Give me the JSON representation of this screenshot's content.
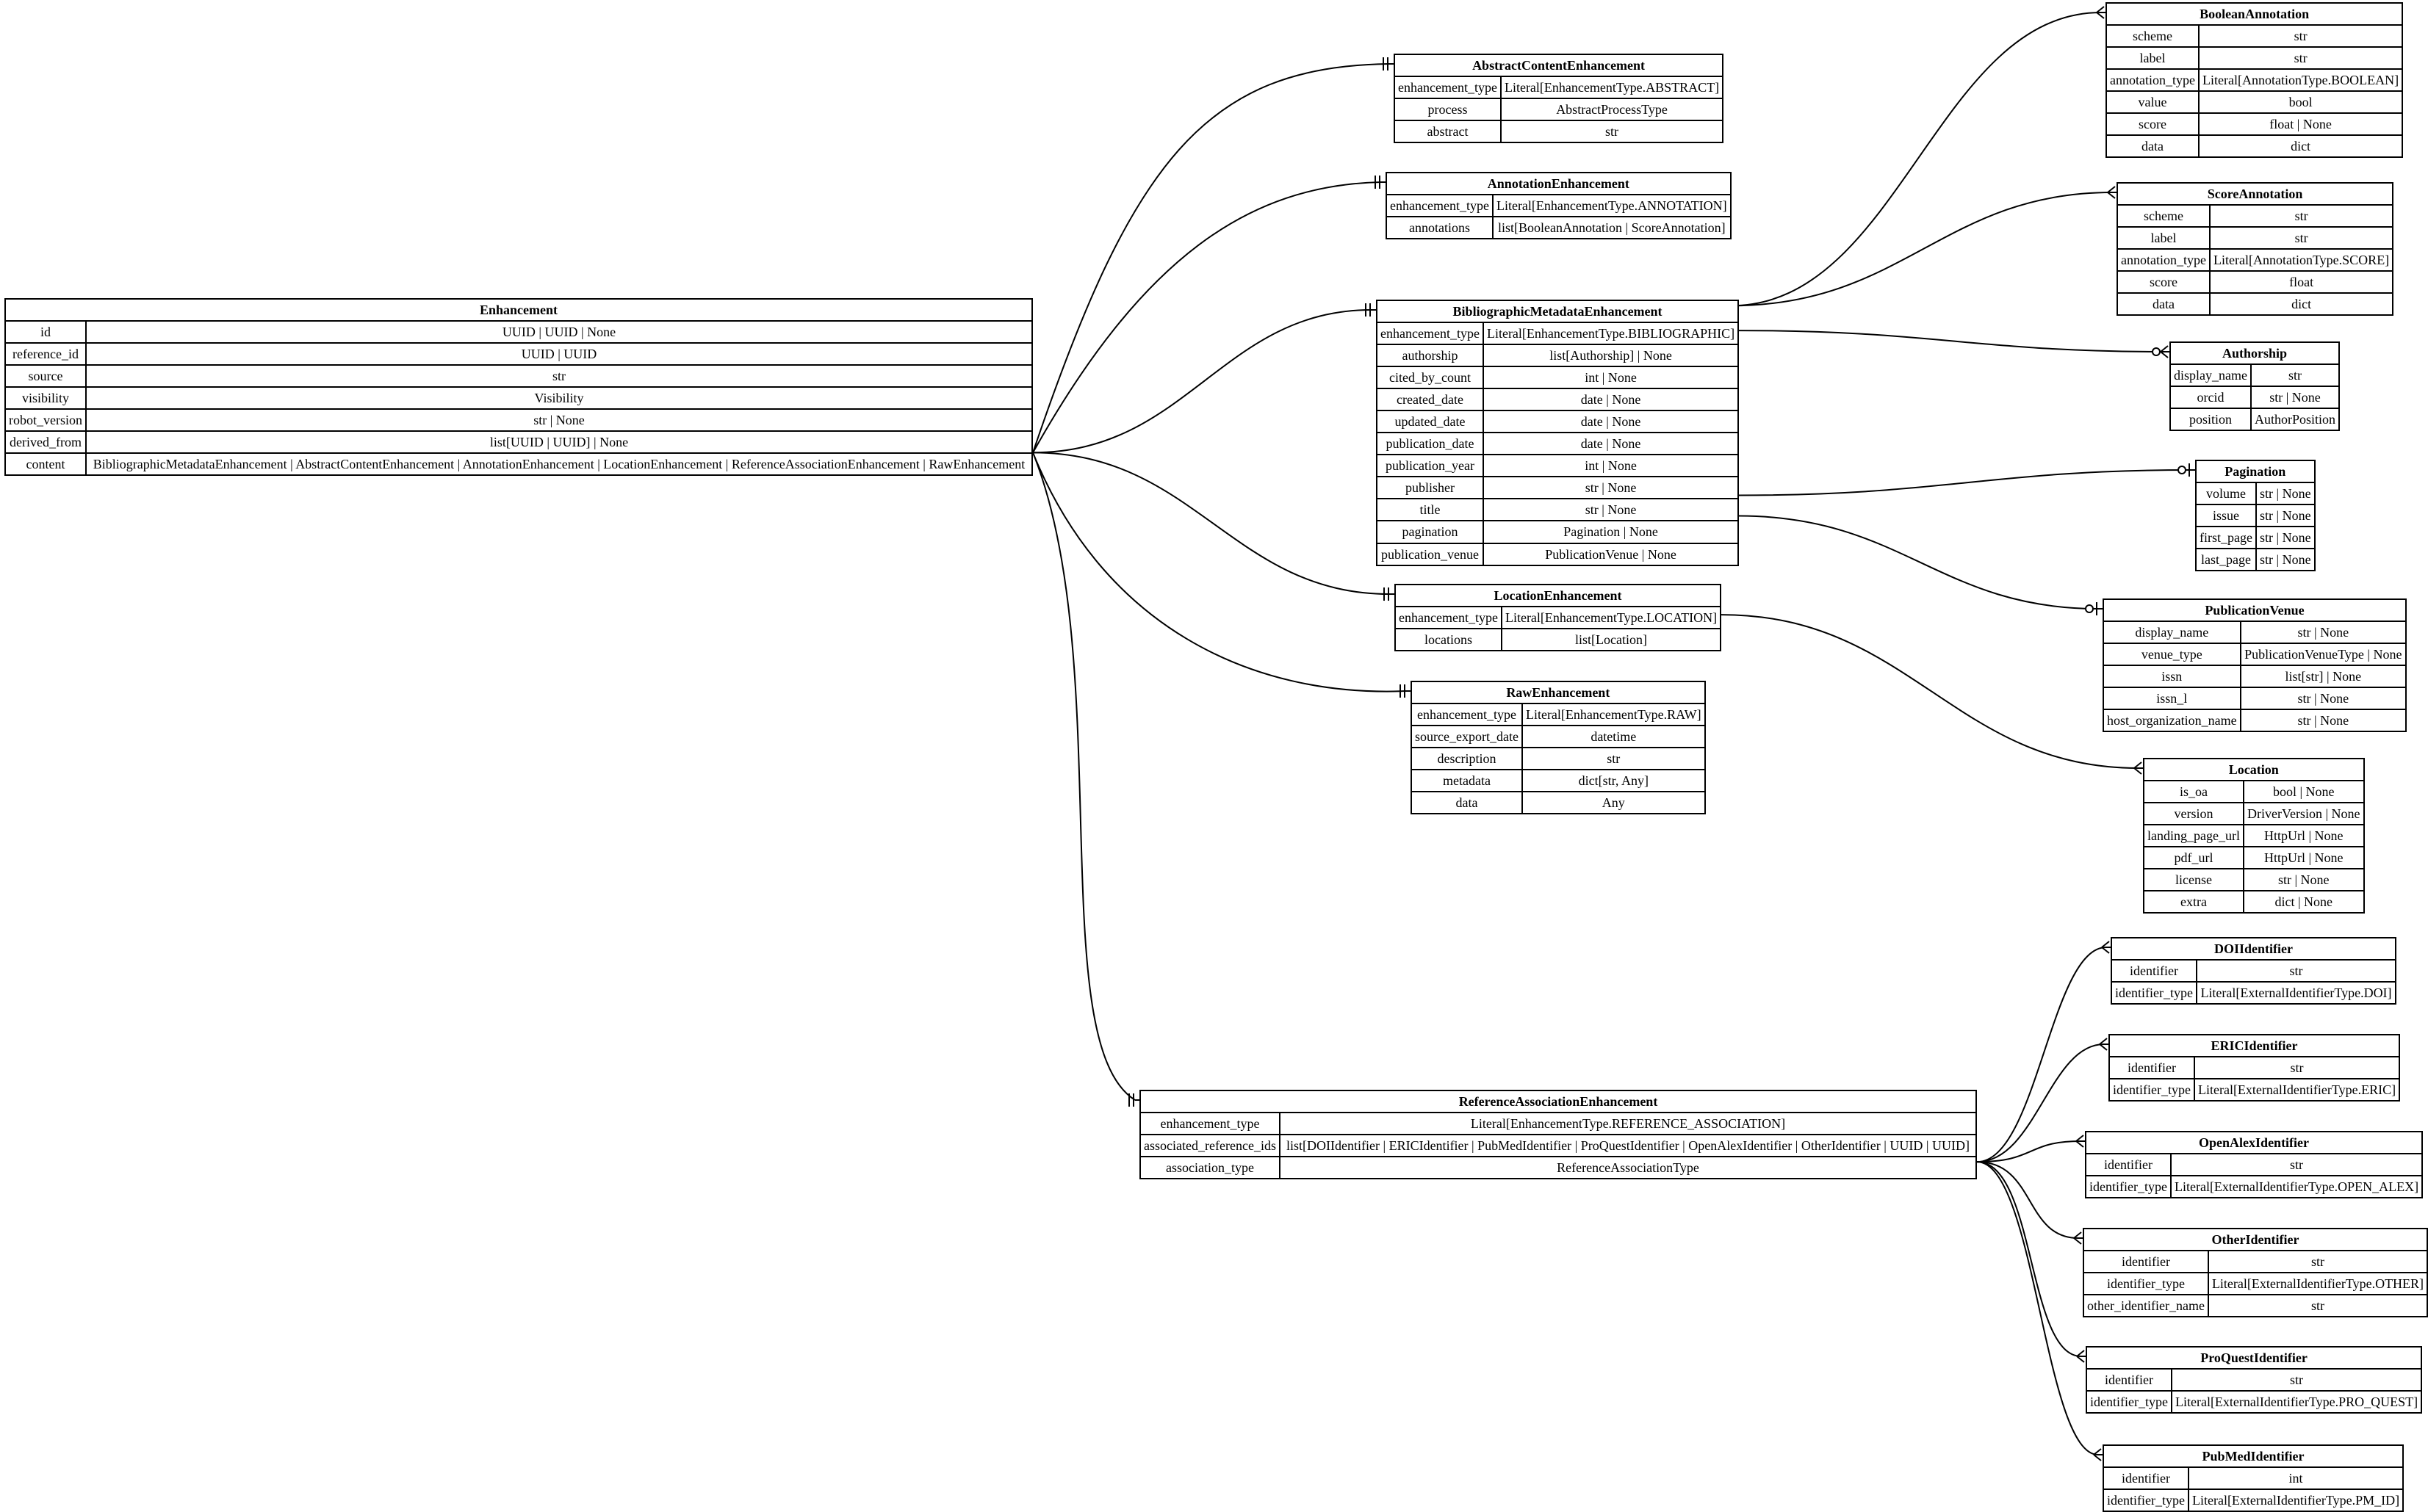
{
  "entities": [
    {
      "id": "enhancement",
      "name": "Enhancement",
      "fields": [
        [
          "id",
          "UUID | UUID | None"
        ],
        [
          "reference_id",
          "UUID | UUID"
        ],
        [
          "source",
          "str"
        ],
        [
          "visibility",
          "Visibility"
        ],
        [
          "robot_version",
          "str | None"
        ],
        [
          "derived_from",
          "list[UUID | UUID] | None"
        ],
        [
          "content",
          "BibliographicMetadataEnhancement | AbstractContentEnhancement | AnnotationEnhancement | LocationEnhancement | ReferenceAssociationEnhancement | RawEnhancement"
        ]
      ]
    },
    {
      "id": "abstract",
      "name": "AbstractContentEnhancement",
      "fields": [
        [
          "enhancement_type",
          "Literal[EnhancementType.ABSTRACT]"
        ],
        [
          "process",
          "AbstractProcessType"
        ],
        [
          "abstract",
          "str"
        ]
      ]
    },
    {
      "id": "annotation",
      "name": "AnnotationEnhancement",
      "fields": [
        [
          "enhancement_type",
          "Literal[EnhancementType.ANNOTATION]"
        ],
        [
          "annotations",
          "list[BooleanAnnotation | ScoreAnnotation]"
        ]
      ]
    },
    {
      "id": "biblio",
      "name": "BibliographicMetadataEnhancement",
      "fields": [
        [
          "enhancement_type",
          "Literal[EnhancementType.BIBLIOGRAPHIC]"
        ],
        [
          "authorship",
          "list[Authorship] | None"
        ],
        [
          "cited_by_count",
          "int | None"
        ],
        [
          "created_date",
          "date | None"
        ],
        [
          "updated_date",
          "date | None"
        ],
        [
          "publication_date",
          "date | None"
        ],
        [
          "publication_year",
          "int | None"
        ],
        [
          "publisher",
          "str | None"
        ],
        [
          "title",
          "str | None"
        ],
        [
          "pagination",
          "Pagination | None"
        ],
        [
          "publication_venue",
          "PublicationVenue | None"
        ]
      ]
    },
    {
      "id": "location_enh",
      "name": "LocationEnhancement",
      "fields": [
        [
          "enhancement_type",
          "Literal[EnhancementType.LOCATION]"
        ],
        [
          "locations",
          "list[Location]"
        ]
      ]
    },
    {
      "id": "raw",
      "name": "RawEnhancement",
      "fields": [
        [
          "enhancement_type",
          "Literal[EnhancementType.RAW]"
        ],
        [
          "source_export_date",
          "datetime"
        ],
        [
          "description",
          "str"
        ],
        [
          "metadata",
          "dict[str, Any]"
        ],
        [
          "data",
          "Any"
        ]
      ]
    },
    {
      "id": "refassoc",
      "name": "ReferenceAssociationEnhancement",
      "fields": [
        [
          "enhancement_type",
          "Literal[EnhancementType.REFERENCE_ASSOCIATION]"
        ],
        [
          "associated_reference_ids",
          "list[DOIIdentifier | ERICIdentifier | PubMedIdentifier | ProQuestIdentifier | OpenAlexIdentifier | OtherIdentifier | UUID | UUID]"
        ],
        [
          "association_type",
          "ReferenceAssociationType"
        ]
      ]
    },
    {
      "id": "boolann",
      "name": "BooleanAnnotation",
      "fields": [
        [
          "scheme",
          "str"
        ],
        [
          "label",
          "str"
        ],
        [
          "annotation_type",
          "Literal[AnnotationType.BOOLEAN]"
        ],
        [
          "value",
          "bool"
        ],
        [
          "score",
          "float | None"
        ],
        [
          "data",
          "dict"
        ]
      ]
    },
    {
      "id": "scoreann",
      "name": "ScoreAnnotation",
      "fields": [
        [
          "scheme",
          "str"
        ],
        [
          "label",
          "str"
        ],
        [
          "annotation_type",
          "Literal[AnnotationType.SCORE]"
        ],
        [
          "score",
          "float"
        ],
        [
          "data",
          "dict"
        ]
      ]
    },
    {
      "id": "authorship",
      "name": "Authorship",
      "fields": [
        [
          "display_name",
          "str"
        ],
        [
          "orcid",
          "str | None"
        ],
        [
          "position",
          "AuthorPosition"
        ]
      ]
    },
    {
      "id": "pagination",
      "name": "Pagination",
      "fields": [
        [
          "volume",
          "str | None"
        ],
        [
          "issue",
          "str | None"
        ],
        [
          "first_page",
          "str | None"
        ],
        [
          "last_page",
          "str | None"
        ]
      ]
    },
    {
      "id": "pubvenue",
      "name": "PublicationVenue",
      "fields": [
        [
          "display_name",
          "str | None"
        ],
        [
          "venue_type",
          "PublicationVenueType | None"
        ],
        [
          "issn",
          "list[str] | None"
        ],
        [
          "issn_l",
          "str | None"
        ],
        [
          "host_organization_name",
          "str | None"
        ]
      ]
    },
    {
      "id": "location",
      "name": "Location",
      "fields": [
        [
          "is_oa",
          "bool | None"
        ],
        [
          "version",
          "DriverVersion | None"
        ],
        [
          "landing_page_url",
          "HttpUrl | None"
        ],
        [
          "pdf_url",
          "HttpUrl | None"
        ],
        [
          "license",
          "str | None"
        ],
        [
          "extra",
          "dict | None"
        ]
      ]
    },
    {
      "id": "doi",
      "name": "DOIIdentifier",
      "fields": [
        [
          "identifier",
          "str"
        ],
        [
          "identifier_type",
          "Literal[ExternalIdentifierType.DOI]"
        ]
      ]
    },
    {
      "id": "eric",
      "name": "ERICIdentifier",
      "fields": [
        [
          "identifier",
          "str"
        ],
        [
          "identifier_type",
          "Literal[ExternalIdentifierType.ERIC]"
        ]
      ]
    },
    {
      "id": "openalex",
      "name": "OpenAlexIdentifier",
      "fields": [
        [
          "identifier",
          "str"
        ],
        [
          "identifier_type",
          "Literal[ExternalIdentifierType.OPEN_ALEX]"
        ]
      ]
    },
    {
      "id": "other",
      "name": "OtherIdentifier",
      "fields": [
        [
          "identifier",
          "str"
        ],
        [
          "identifier_type",
          "Literal[ExternalIdentifierType.OTHER]"
        ],
        [
          "other_identifier_name",
          "str"
        ]
      ]
    },
    {
      "id": "proquest",
      "name": "ProQuestIdentifier",
      "fields": [
        [
          "identifier",
          "str"
        ],
        [
          "identifier_type",
          "Literal[ExternalIdentifierType.PRO_QUEST]"
        ]
      ]
    },
    {
      "id": "pubmed",
      "name": "PubMedIdentifier",
      "fields": [
        [
          "identifier",
          "int"
        ],
        [
          "identifier_type",
          "Literal[ExternalIdentifierType.PM_ID]"
        ]
      ]
    }
  ],
  "relations": [
    {
      "from": "enhancement",
      "to": "abstract",
      "end": "one"
    },
    {
      "from": "enhancement",
      "to": "annotation",
      "end": "one"
    },
    {
      "from": "enhancement",
      "to": "biblio",
      "end": "one"
    },
    {
      "from": "enhancement",
      "to": "location_enh",
      "end": "one"
    },
    {
      "from": "enhancement",
      "to": "raw",
      "end": "one"
    },
    {
      "from": "enhancement",
      "to": "refassoc",
      "end": "one"
    },
    {
      "from": "annotation",
      "to": "boolann",
      "end": "many"
    },
    {
      "from": "annotation",
      "to": "scoreann",
      "end": "many"
    },
    {
      "from": "biblio",
      "to": "authorship",
      "end": "zero-many"
    },
    {
      "from": "biblio",
      "to": "pagination",
      "end": "zero-one"
    },
    {
      "from": "biblio",
      "to": "pubvenue",
      "end": "zero-one"
    },
    {
      "from": "location_enh",
      "to": "location",
      "end": "many"
    },
    {
      "from": "refassoc",
      "to": "doi",
      "end": "many"
    },
    {
      "from": "refassoc",
      "to": "eric",
      "end": "many"
    },
    {
      "from": "refassoc",
      "to": "openalex",
      "end": "many"
    },
    {
      "from": "refassoc",
      "to": "other",
      "end": "many"
    },
    {
      "from": "refassoc",
      "to": "proquest",
      "end": "many"
    },
    {
      "from": "refassoc",
      "to": "pubmed",
      "end": "many"
    }
  ]
}
